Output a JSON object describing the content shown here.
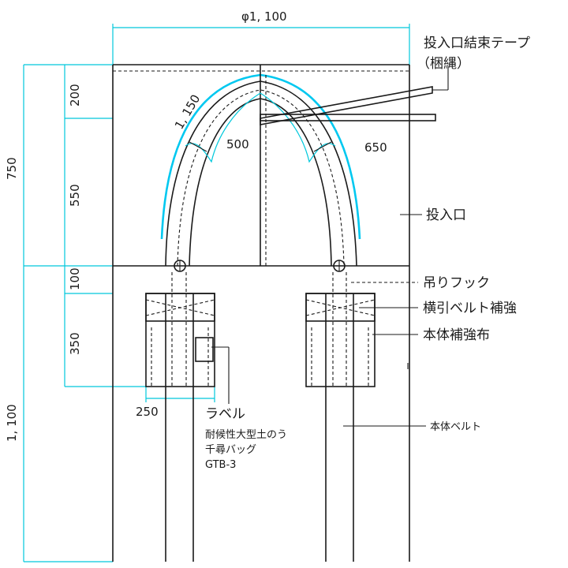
{
  "dimensions": {
    "diameter": "φ1, 100",
    "arc_length": "1, 150",
    "h_200": "200",
    "h_550": "550",
    "h_750": "750",
    "h_100": "100",
    "h_350": "350",
    "h_1100": "1, 100",
    "w_250": "250",
    "w_500": "500",
    "w_650": "650"
  },
  "labels": {
    "tie_tape_line1": "投入口結束テープ",
    "tie_tape_line2": "（梱縄）",
    "inlet": "投入口",
    "hook": "吊りフック",
    "side_belt": "横引ベルト補強",
    "body_reinforcement": "本体補強布",
    "body_belt": "本体ベルト",
    "label_title": "ラベル",
    "label_line1": "耐候性大型土のう",
    "label_line2": "千尋バッグ",
    "label_line3": "GTB-3"
  },
  "colors": {
    "line": "#1a1a1a",
    "dimension": "#00c8dc",
    "highlight": "#00c8f0"
  }
}
